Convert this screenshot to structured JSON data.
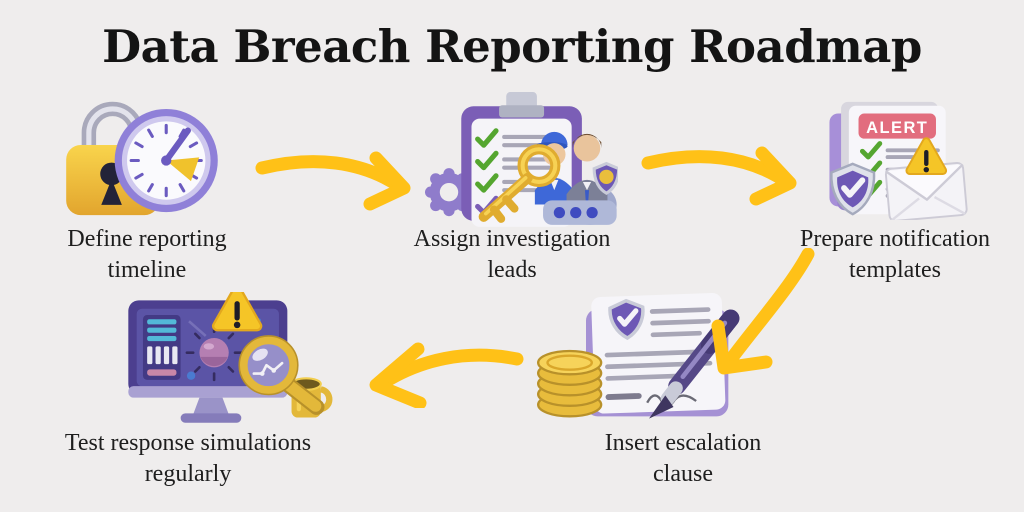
{
  "title": "Data Breach Reporting Roadmap",
  "colors": {
    "background": "#EFEDED",
    "title_color": "#141414",
    "text_color": "#1E1E1E",
    "accent_yellow": "#FFC117",
    "accent_purple": "#7B5EB6",
    "alert_red": "#E26D7E"
  },
  "steps": [
    {
      "id": "define-reporting-timeline",
      "icon": "lock-clock-icon",
      "line1": "Define reporting",
      "line2": "timeline"
    },
    {
      "id": "assign-investigation-leads",
      "icon": "clipboard-team-key-icon",
      "line1": "Assign investigation",
      "line2": "leads"
    },
    {
      "id": "prepare-notification-templates",
      "icon": "alert-document-envelope-icon",
      "line1": "Prepare notification",
      "line2": "templates",
      "badge": "ALERT"
    },
    {
      "id": "insert-escalation-clause",
      "icon": "contract-pen-coins-icon",
      "line1": "Insert escalation",
      "line2": "clause"
    },
    {
      "id": "test-response-simulations",
      "icon": "monitor-magnifier-warning-icon",
      "line1": "Test response simulations",
      "line2": "regularly"
    }
  ],
  "arrows": [
    {
      "name": "arrow-step1-to-step2",
      "direction": "right"
    },
    {
      "name": "arrow-step2-to-step3",
      "direction": "right"
    },
    {
      "name": "arrow-step3-to-step4",
      "direction": "down-left"
    },
    {
      "name": "arrow-step4-to-step5",
      "direction": "left"
    }
  ]
}
